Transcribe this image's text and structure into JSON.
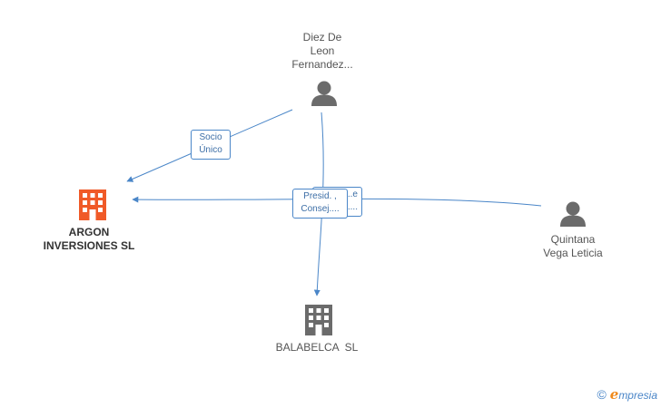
{
  "nodes": {
    "argon": {
      "lines": [
        "ARGON",
        "INVERSIONES SL"
      ],
      "kind": "company",
      "color": "#f05a28"
    },
    "balabelca": {
      "lines": [
        "BALABELCA  SL"
      ],
      "kind": "company",
      "color": "#6b6b6b"
    },
    "diez": {
      "lines": [
        "Diez De",
        "Leon",
        "Fernandez..."
      ],
      "kind": "person",
      "color": "#6b6b6b"
    },
    "quintana": {
      "lines": [
        "Quintana",
        "Vega Leticia"
      ],
      "kind": "person",
      "color": "#6b6b6b"
    }
  },
  "relations": {
    "socio": {
      "lines": [
        "Socio",
        "Único"
      ]
    },
    "presid": {
      "lines": [
        "Presid. ,",
        "Consej...."
      ]
    },
    "hidden": {
      "lines": [
        "...e",
        "...."
      ]
    }
  },
  "colors": {
    "edge": "#4a86c8",
    "edge_fill": "#4a86c8"
  },
  "footer": {
    "copyright": "©",
    "brand_initial": "e",
    "brand_rest": "mpresia"
  }
}
